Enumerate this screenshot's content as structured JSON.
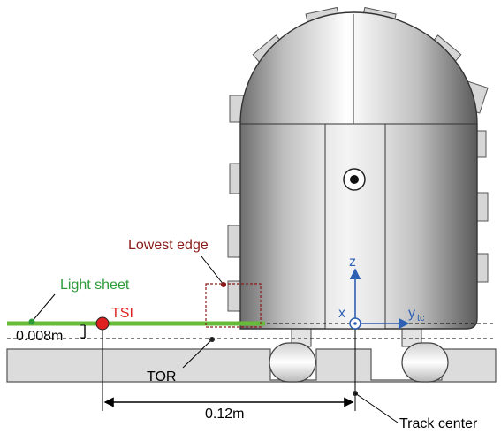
{
  "labels": {
    "lowest_edge": "Lowest edge",
    "light_sheet": "Light sheet",
    "tsi": "TSI",
    "offset": "0.008m",
    "tor": "TOR",
    "distance": "0.12m",
    "track_center": "Track center",
    "axis_z": "z",
    "axis_x": "x",
    "axis_y": "y",
    "axis_y_subscript": "tc"
  },
  "colors": {
    "light_sheet": "#66bb3a",
    "light_sheet_label": "#2e9a3a",
    "tsi": "#e02020",
    "lowest_edge": "#8b1a1a",
    "axis": "#2d5fb3",
    "rail_base": "#dcdcdc"
  }
}
